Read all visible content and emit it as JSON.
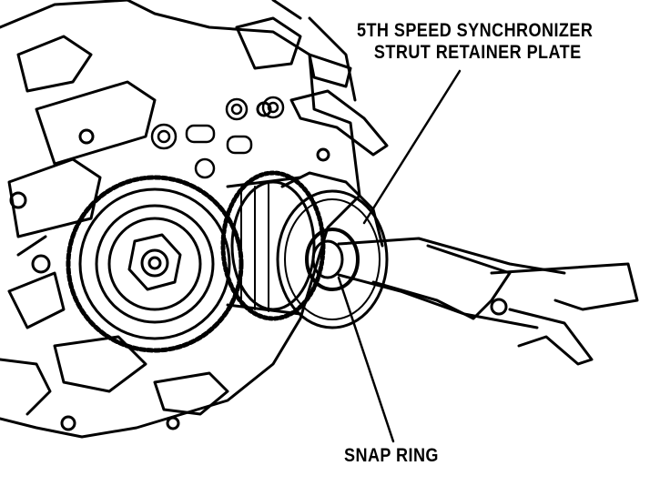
{
  "labels": {
    "plate_line1": "5TH SPEED SYNCHRONIZER",
    "plate_line2": "STRUT RETAINER PLATE",
    "snap_ring": "SNAP RING"
  },
  "colors": {
    "ink": "#000000",
    "paper": "#ffffff"
  }
}
